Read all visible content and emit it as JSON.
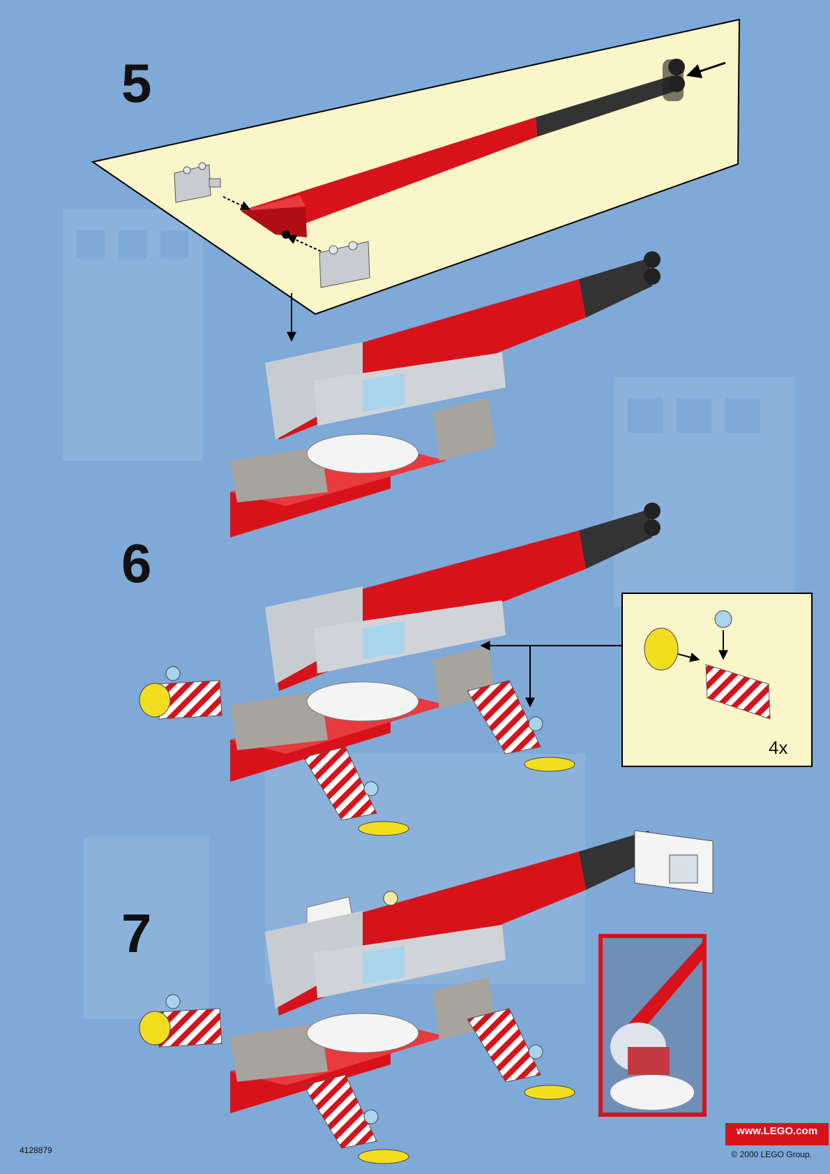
{
  "steps": {
    "step5": "5",
    "step6": "6",
    "step7": "7"
  },
  "callout": {
    "quantity": "4x"
  },
  "footer": {
    "set_code": "4128879",
    "website": "www.LEGO.com",
    "copyright": "© 2000 LEGO Group."
  },
  "colors": {
    "background": "#7fa9d6",
    "callout_panel": "#fbf6c9",
    "brick_red": "#d8121a",
    "brick_grey": "#c8ccd0",
    "brick_black": "#2a2a2a",
    "brick_yellow": "#f2de1f",
    "brick_trans_blue": "#a8d4ee"
  }
}
